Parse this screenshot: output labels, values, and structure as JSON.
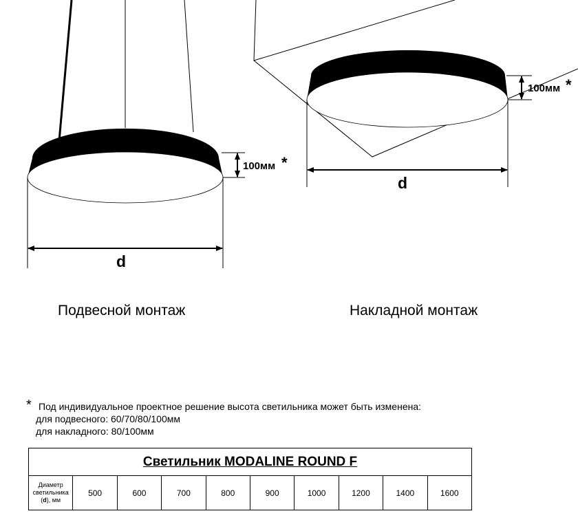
{
  "drawings": {
    "pendant": {
      "height_label": "100мм",
      "height_asterisk": "*",
      "diameter_label": "d"
    },
    "surface": {
      "height_label": "100мм",
      "height_asterisk": "*",
      "diameter_label": "d"
    }
  },
  "captions": {
    "pendant": "Подвесной монтаж",
    "surface": "Накладной монтаж"
  },
  "note": {
    "asterisk": "*",
    "line1": "Под индивидуальное проектное решение высота светильника может быть изменена:",
    "line2": "для подвесного: 60/70/80/100мм",
    "line3": "для накладного: 80/100мм"
  },
  "table": {
    "title": "Светильник  MODALINE ROUND F",
    "row_label_line1": "Диаметр",
    "row_label_pre": "светильника (",
    "row_label_bold": "d",
    "row_label_post": "), мм",
    "diameters": [
      "500",
      "600",
      "700",
      "800",
      "900",
      "1000",
      "1200",
      "1400",
      "1600"
    ]
  }
}
